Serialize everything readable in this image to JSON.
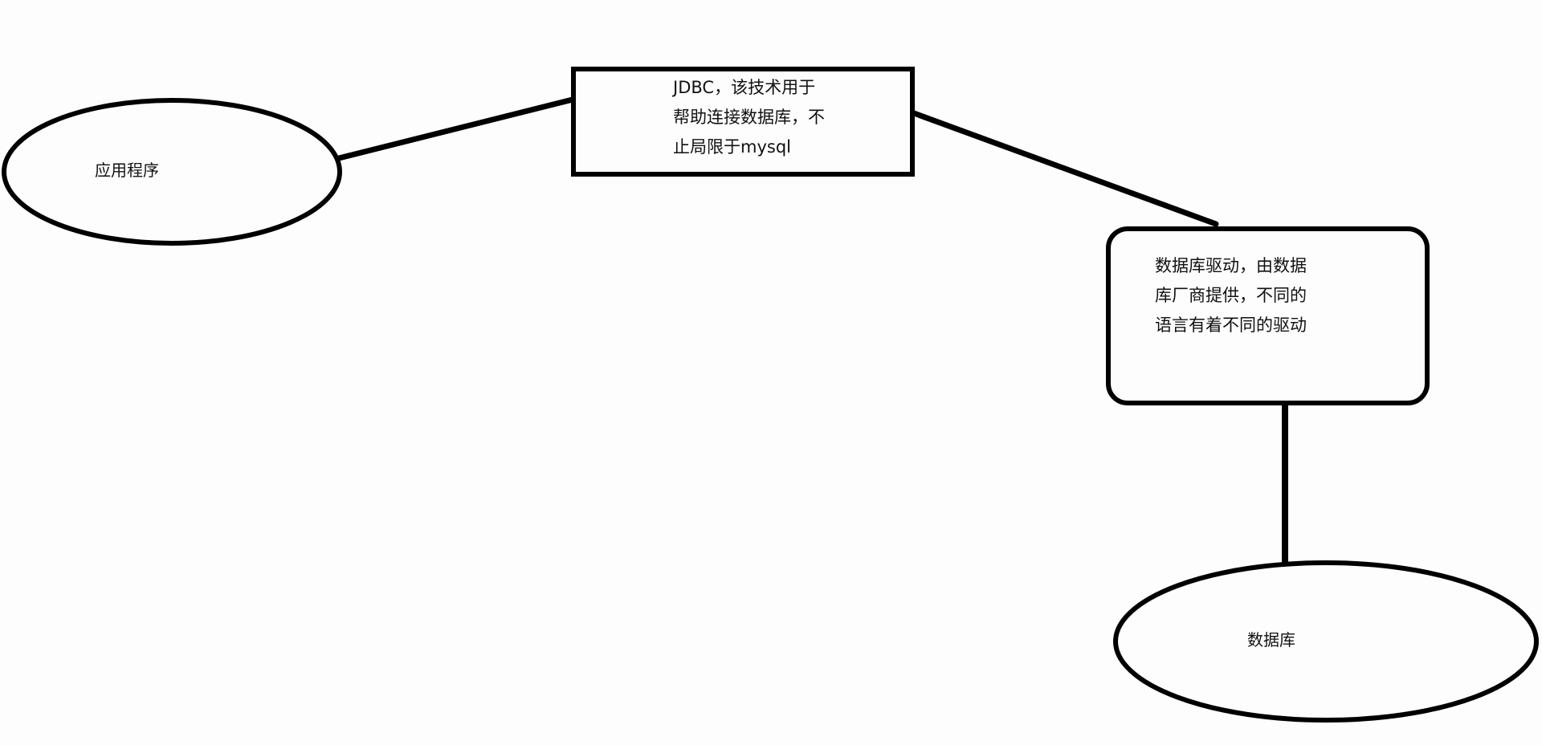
{
  "nodes": {
    "application": {
      "label": "应用程序"
    },
    "jdbc": {
      "lines": [
        "JDBC，该技术用于",
        "帮助连接数据库，不",
        "止局限于mysql"
      ]
    },
    "driver": {
      "lines": [
        "数据库驱动，由数据",
        "库厂商提供，不同的",
        "语言有着不同的驱动"
      ]
    },
    "database": {
      "label": "数据库"
    }
  },
  "colors": {
    "stroke": "#000000",
    "background": "#fdfdfd",
    "text": "#111111"
  }
}
